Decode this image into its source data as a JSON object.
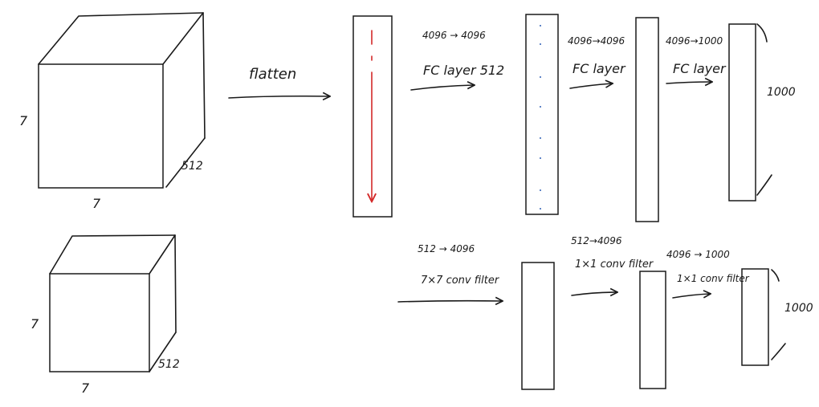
{
  "top_row": {
    "cube": {
      "height_label": "7",
      "width_label": "7",
      "depth_label": "512"
    },
    "flatten_label": "flatten",
    "fc1": {
      "dims": "4096 → 4096",
      "name": "FC layer 512"
    },
    "fc2": {
      "dims": "4096→4096",
      "name": "FC layer"
    },
    "fc3": {
      "dims": "4096→1000",
      "name": "FC layer"
    },
    "output_label": "1000"
  },
  "bottom_row": {
    "cube": {
      "height_label": "7",
      "width_label": "7",
      "depth_label": "512"
    },
    "conv1": {
      "dims": "512 → 4096",
      "name": "7×7 conv filter"
    },
    "conv2": {
      "dims": "512→4096",
      "name": "1×1 conv filter"
    },
    "conv3": {
      "dims": "4096 → 1000",
      "name": "1×1 conv filter"
    },
    "output_label": "1000"
  },
  "colors": {
    "ink": "#1a1a1a",
    "flatten_arrow": "#d42a2a",
    "dots": "#2f5fb5"
  }
}
